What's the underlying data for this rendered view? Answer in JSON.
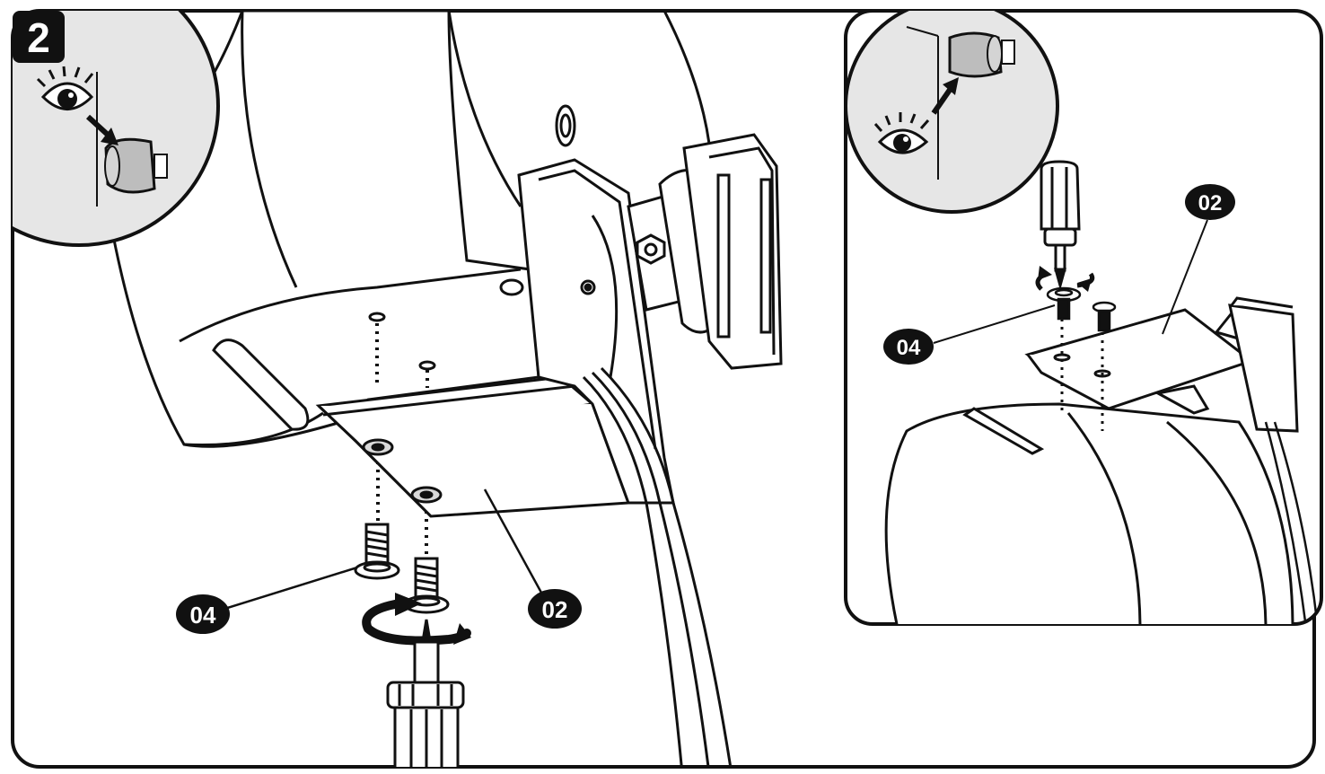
{
  "step": {
    "number": "2"
  },
  "labels": {
    "main_screw": "04",
    "main_bracket": "02",
    "inset_bracket": "02",
    "inset_screw": "04"
  },
  "colors": {
    "line": "#111111",
    "fill": "#ffffff",
    "shade": "#e6e6e6",
    "badge": "#111111",
    "badge_text": "#ffffff"
  }
}
